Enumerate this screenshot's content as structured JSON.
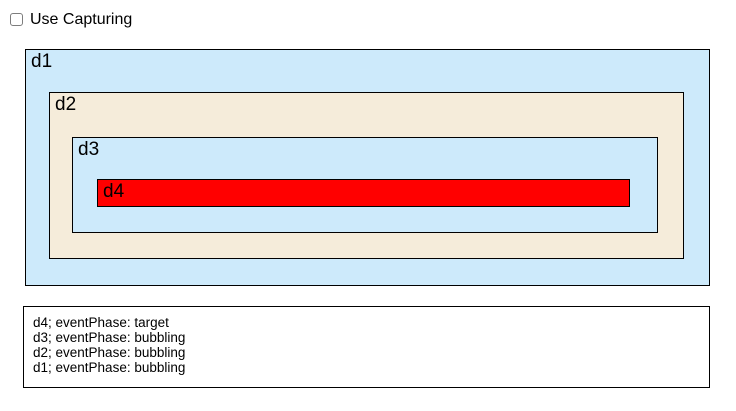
{
  "controls": {
    "use_capturing": {
      "label": "Use Capturing",
      "checked": false
    }
  },
  "boxes": {
    "d1": {
      "label": "d1",
      "background": "#cdeafb"
    },
    "d2": {
      "label": "d2",
      "background": "#f5ecda"
    },
    "d3": {
      "label": "d3",
      "background": "#cdeafb"
    },
    "d4": {
      "label": "d4",
      "background": "#ff0000"
    }
  },
  "log": {
    "lines": [
      "d4; eventPhase: target",
      "d3; eventPhase: bubbling",
      "d2; eventPhase: bubbling",
      "d1; eventPhase: bubbling"
    ]
  },
  "colors": {
    "border": "#000000",
    "text": "#000000",
    "page_background": "#ffffff"
  }
}
